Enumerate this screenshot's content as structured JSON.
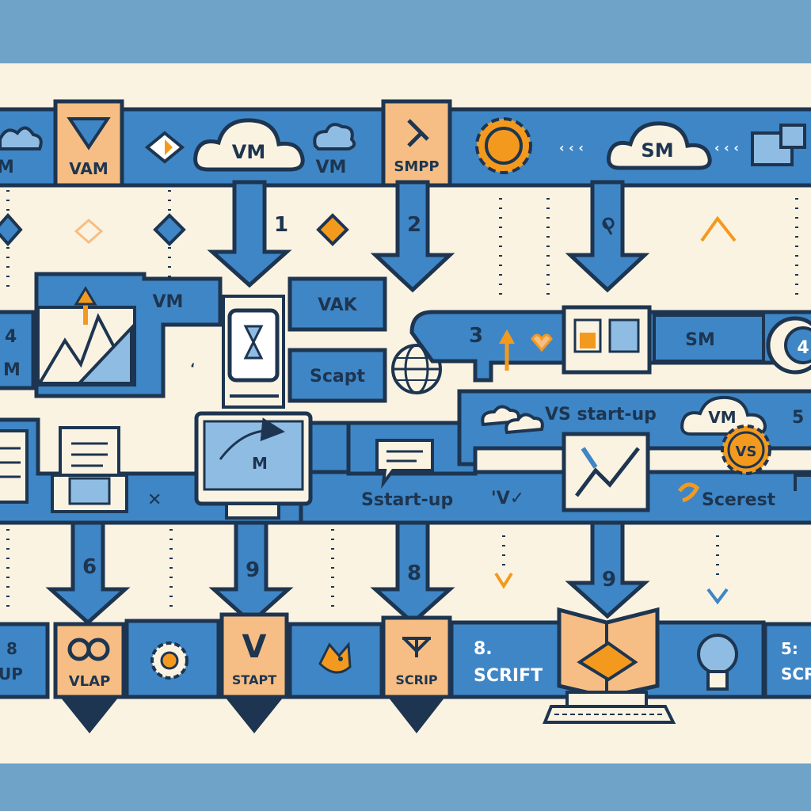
{
  "colors": {
    "frame": "#6fa3c7",
    "paper": "#fbf3e2",
    "blue": "#3f86c6",
    "blue_light": "#8fbce3",
    "orange": "#f6be84",
    "accent": "#f39a1e",
    "outline": "#1d3550"
  },
  "row1": {
    "tile_vam": "VAM",
    "cloud_vm": "VM",
    "label_vm": "VM",
    "tile_smpp": "SMPP",
    "cloud_sm": "SM",
    "edge_left": "M"
  },
  "row1_arrows": {
    "num_1": "1",
    "num_2": "2"
  },
  "row2": {
    "box_vm": "VM",
    "box_vak": "VAK",
    "box_scapt": "Scapt",
    "num_3": "3",
    "box_sm": "SM",
    "circle_4": "4",
    "edge_4": "4",
    "edge_m": "M"
  },
  "row3": {
    "vs_startup": "VS start-up",
    "cloud_vm": "VM",
    "gear_vs": "VS",
    "num_5": "5",
    "sstart_up": "Sstart-up",
    "scerest": "Scerest",
    "monitor_m": "M"
  },
  "row3_arrows": {
    "num_6": "6",
    "num_9a": "9",
    "num_8": "8",
    "num_9b": "9"
  },
  "row4": {
    "edge_8": "8",
    "edge_up": "UP",
    "tile_vlap": "VLAP",
    "tile_v": "V",
    "tile_stapt": "STAPT",
    "tile_scrip": "SCRIP",
    "box_8": "8.",
    "box_scrift": "SCRIFT",
    "edge_5": "5:",
    "edge_scr": "SCR"
  }
}
